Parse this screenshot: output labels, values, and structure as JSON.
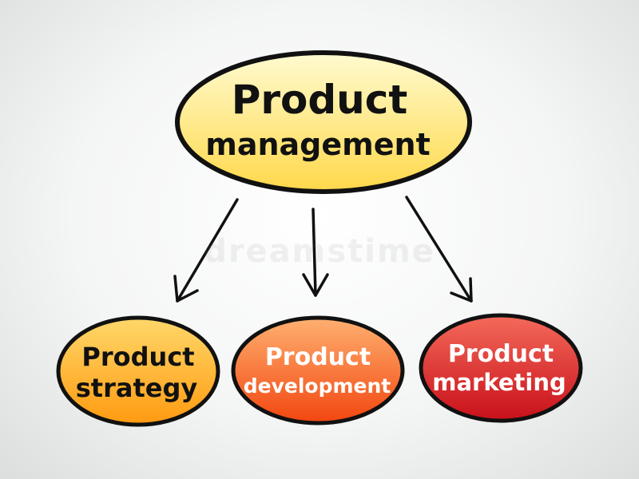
{
  "diagram": {
    "root": {
      "line1": "Product",
      "line2": "management",
      "fill_top": "#fffbd0",
      "fill_bottom": "#ffd84a"
    },
    "children": [
      {
        "id": "strategy",
        "line1": "Product",
        "line2": "strategy",
        "fill_top": "#ffd86a",
        "fill_bottom": "#ff9a10",
        "text_color": "#111111"
      },
      {
        "id": "development",
        "line1": "Product",
        "line2": "development",
        "fill_top": "#ffb070",
        "fill_bottom": "#f2460f",
        "text_color": "#ffffff"
      },
      {
        "id": "marketing",
        "line1": "Product",
        "line2": "marketing",
        "fill_top": "#f46a5a",
        "fill_bottom": "#c8101a",
        "text_color": "#ffffff"
      }
    ],
    "outline_color": "#111111"
  },
  "watermark": {
    "text": "dreamstime"
  }
}
